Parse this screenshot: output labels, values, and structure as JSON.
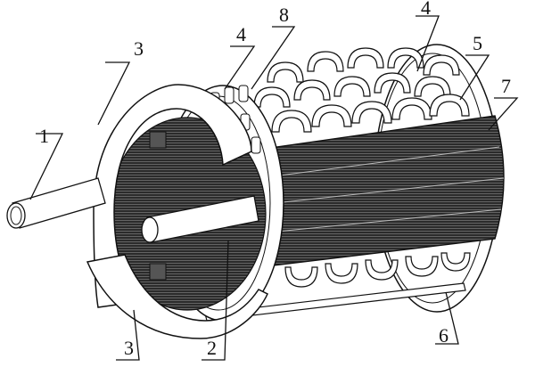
{
  "labels": {
    "l1": "1",
    "l2": "2",
    "l3_top": "3",
    "l3_bottom": "3",
    "l4_left": "4",
    "l4_right": "4",
    "l5": "5",
    "l6": "6",
    "l7": "7",
    "l8": "8"
  }
}
